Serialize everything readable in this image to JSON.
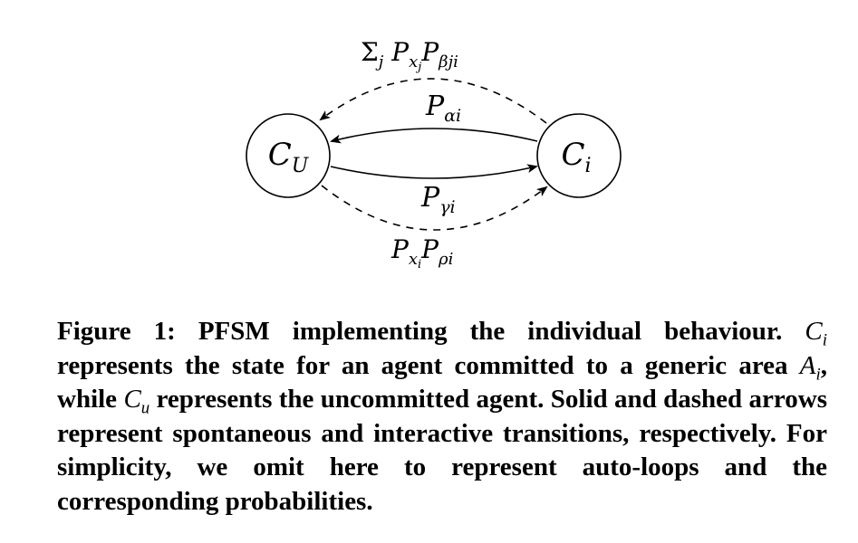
{
  "diagram": {
    "states": [
      {
        "id": "CU",
        "base": "C",
        "sub": "U"
      },
      {
        "id": "Ci",
        "base": "C",
        "sub": "i"
      }
    ],
    "edges": [
      {
        "from": "Ci",
        "to": "CU",
        "style": "solid",
        "label": {
          "base": "P",
          "sub": "αi"
        }
      },
      {
        "from": "CU",
        "to": "Ci",
        "style": "solid",
        "label": {
          "base": "P",
          "sub": "γi"
        }
      },
      {
        "from": "Ci",
        "to": "CU",
        "style": "dashed",
        "label": "Σj Pxj Pβji"
      },
      {
        "from": "CU",
        "to": "Ci",
        "style": "dashed",
        "label": "Pxi Pρi"
      }
    ]
  },
  "caption": {
    "title": "Figure 1: PFSM implementing the individual behaviour.",
    "ci": "C",
    "ci_sub": "i",
    "part1": "represents the state for an agent committed to a generic area",
    "ai": "A",
    "ai_sub": "i",
    "part2": ", while",
    "cu": "C",
    "cu_sub": "u",
    "part3": "represents the uncommitted agent. Solid and dashed arrows represent spontaneous and interactive transitions, respectively. For simplicity, we omit here to represent auto-loops and the corresponding probabilities."
  }
}
